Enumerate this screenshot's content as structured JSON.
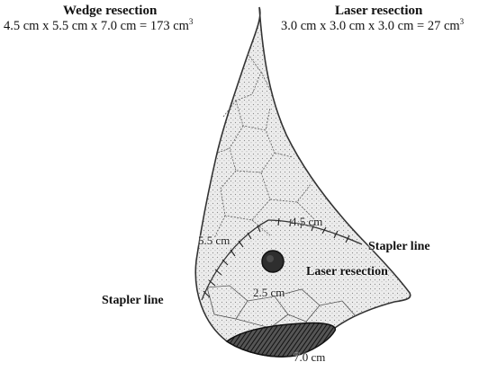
{
  "wedge": {
    "title": "Wedge resection",
    "formula": "4.5 cm x 5.5 cm x 7.0 cm = 173 cm",
    "superscript": "3"
  },
  "laser": {
    "title": "Laser resection",
    "formula": "3.0 cm x 3.0 cm x 3.0 cm = 27 cm",
    "superscript": "3"
  },
  "dimensions": {
    "d_4_5": "4.5 cm",
    "d_5_5": "5.5 cm",
    "d_2_5": "2.5 cm",
    "d_7_0": "7.0 cm"
  },
  "labels": {
    "stapler_line_right": "Stapler line",
    "stapler_line_left": "Stapler line",
    "laser_resection": "Laser resection"
  }
}
